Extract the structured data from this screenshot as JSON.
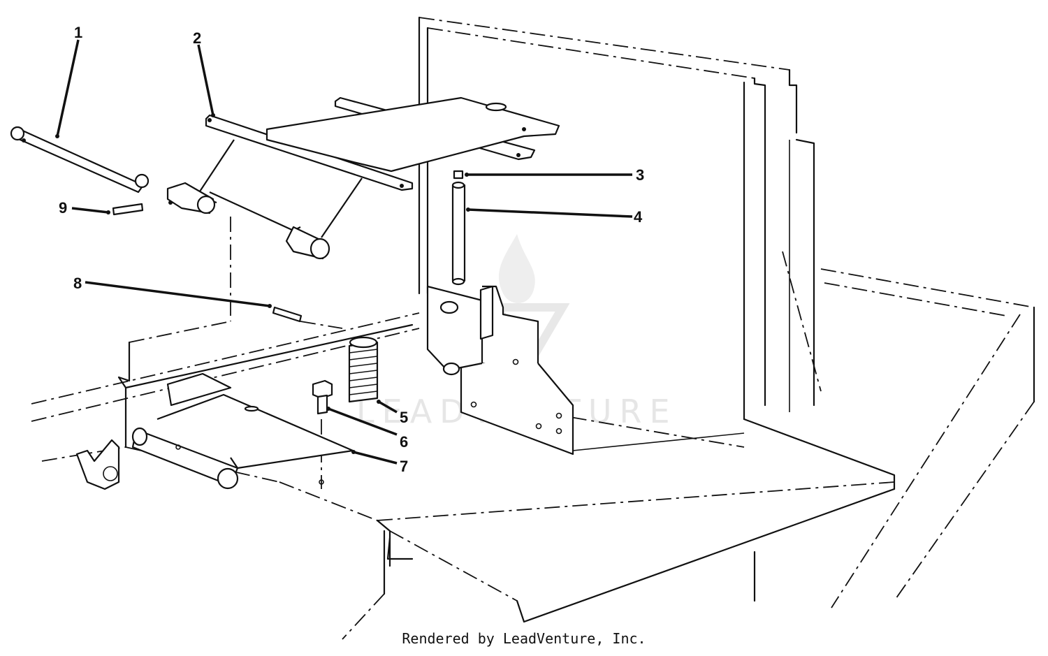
{
  "callouts": [
    {
      "id": "1",
      "label": "1"
    },
    {
      "id": "2",
      "label": "2"
    },
    {
      "id": "3",
      "label": "3"
    },
    {
      "id": "4",
      "label": "4"
    },
    {
      "id": "5",
      "label": "5"
    },
    {
      "id": "6",
      "label": "6"
    },
    {
      "id": "7",
      "label": "7"
    },
    {
      "id": "8",
      "label": "8"
    },
    {
      "id": "9",
      "label": "9"
    }
  ],
  "watermark": "LEADVENTURE",
  "footer": "Rendered by LeadVenture, Inc."
}
